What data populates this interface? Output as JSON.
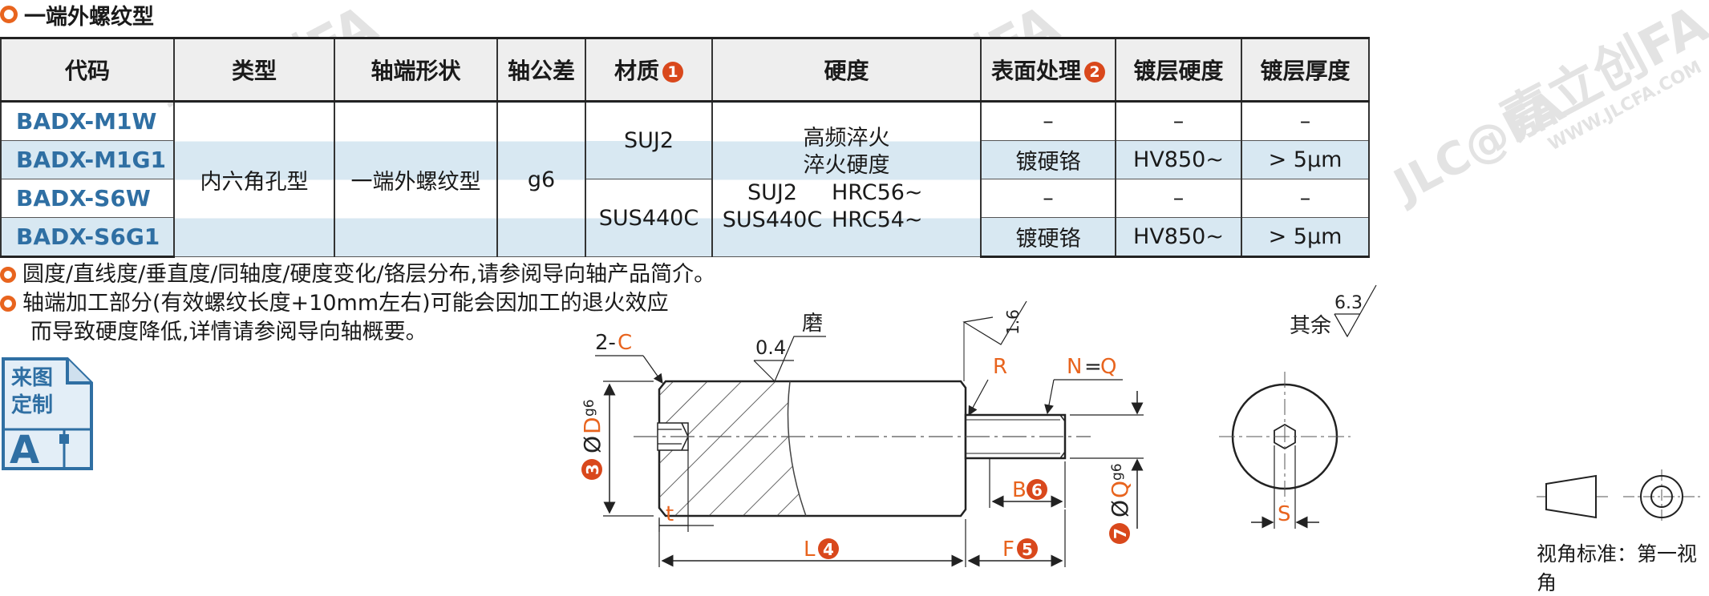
{
  "title": "一端外螺纹型",
  "table": {
    "headers": [
      {
        "label": "代码",
        "badge": ""
      },
      {
        "label": "类型",
        "badge": ""
      },
      {
        "label": "轴端形状",
        "badge": ""
      },
      {
        "label": "轴公差",
        "badge": ""
      },
      {
        "label": "材质",
        "badge": "1"
      },
      {
        "label": "硬度",
        "badge": ""
      },
      {
        "label": "表面处理",
        "badge": "2"
      },
      {
        "label": "镀层硬度",
        "badge": ""
      },
      {
        "label": "镀层厚度",
        "badge": ""
      }
    ],
    "codes": [
      "BADX-M1W",
      "BADX-M1G1",
      "BADX-S6W",
      "BADX-S6G1"
    ],
    "type": "内六角孔型",
    "shaft_end": "一端外螺纹型",
    "tolerance": "g6",
    "materials": [
      "SUJ2",
      "SUS440C"
    ],
    "hardness": {
      "line1": "高频淬火",
      "line2": "淬火硬度",
      "rows": [
        {
          "material": "SUJ2",
          "value": "HRC56~"
        },
        {
          "material": "SUS440C",
          "value": "HRC54~"
        }
      ]
    },
    "rows": [
      {
        "surface": "–",
        "plate_hardness": "–",
        "plate_thickness": "–"
      },
      {
        "surface": "镀硬铬",
        "plate_hardness": "HV850~",
        "plate_thickness": "> 5μm"
      },
      {
        "surface": "–",
        "plate_hardness": "–",
        "plate_thickness": "–"
      },
      {
        "surface": "镀硬铬",
        "plate_hardness": "HV850~",
        "plate_thickness": "> 5μm"
      }
    ]
  },
  "notes": [
    "圆度/直线度/垂直度/同轴度/硬度变化/铬层分布,请参阅导向轴产品简介。",
    "轴端加工部分(有效螺纹长度+10mm左右)可能会因加工的退火效应",
    "而导致硬度降低,详情请参阅导向轴概要。"
  ],
  "custom_icon": {
    "line1": "来图",
    "line2": "定制",
    "letter": "A"
  },
  "watermark": {
    "brand": "嘉立创FA",
    "url": "WWW.JLCFA.COM",
    "logo": "JLC@FA"
  },
  "drawing": {
    "chamfer": {
      "prefix": "2-",
      "letter": "C"
    },
    "grind_value": "0.4",
    "grind_label": "磨",
    "roughness_top": "1.6",
    "radius": "R",
    "thread": {
      "n": "N",
      "eq": "=",
      "q": "Q"
    },
    "dia_d": {
      "symbol": "Ø",
      "letter": "D",
      "sub": "g6",
      "badge": "3"
    },
    "dia_q": {
      "symbol": "Ø",
      "letter": "Q",
      "sub": "g6",
      "badge": "7"
    },
    "t": "t",
    "b": {
      "letter": "B",
      "badge": "6"
    },
    "l": {
      "letter": "L",
      "badge": "4"
    },
    "f": {
      "letter": "F",
      "badge": "5"
    },
    "s": "S",
    "others_label": "其余",
    "others_value": "6.3",
    "view_label": "视角标准：第一视角"
  },
  "colors": {
    "accent": "#e8641e",
    "code_blue": "#2f6fa3",
    "row_blue": "#d8e8f2",
    "header_gray": "#eeeeee"
  }
}
